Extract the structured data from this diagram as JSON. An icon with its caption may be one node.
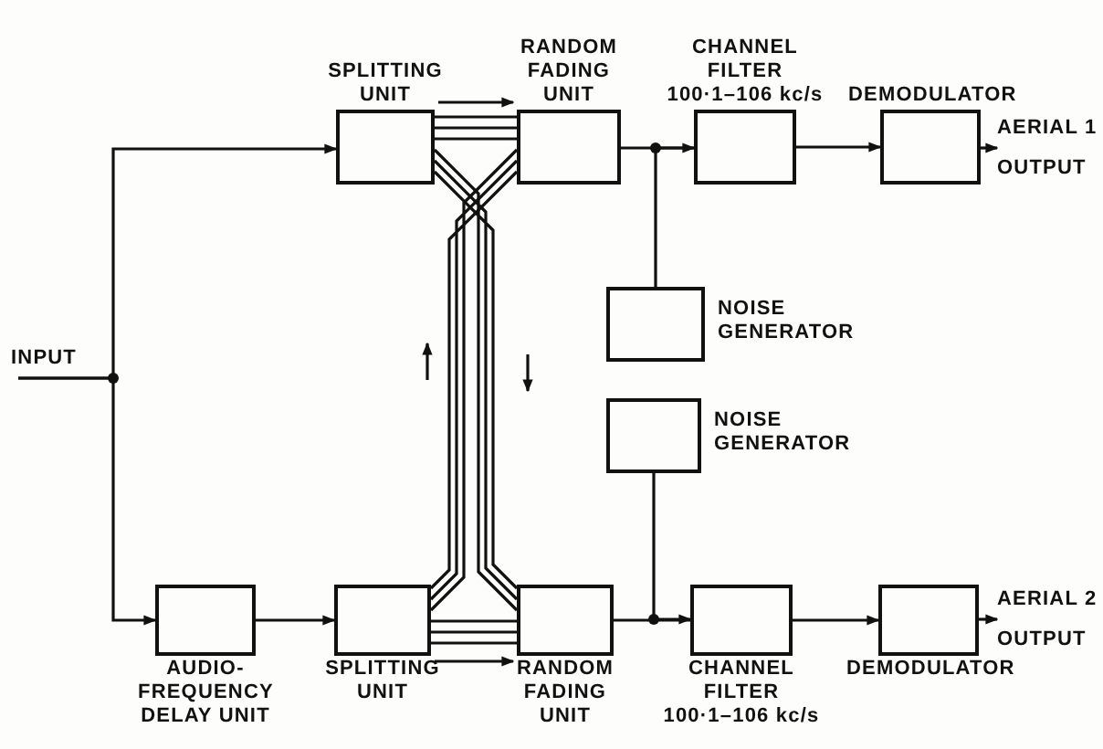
{
  "diagram": {
    "nodes": [
      {
        "text": [
          "SPLITTING UNIT"
        ]
      },
      {
        "text": [
          "RANDOM FADING UNIT"
        ]
      },
      {
        "text": [
          "CHANNEL FILTER",
          "100·1–106 kc/s"
        ]
      },
      {
        "text": [
          "DEMODULATOR"
        ]
      },
      {
        "text": [
          "NOISE GENERATOR"
        ]
      },
      {
        "text": [
          "NOISE GENERATOR"
        ]
      },
      {
        "text": [
          "AUDIO-FREQUENCY DELAY UNIT"
        ]
      },
      {
        "text": [
          "SPLITTING UNIT"
        ]
      },
      {
        "text": [
          "RANDOM FADING UNIT"
        ]
      },
      {
        "text": [
          "CHANNEL FILTER",
          "100·1–106 kc/s"
        ]
      },
      {
        "text": [
          "DEMODULATOR"
        ]
      },
      {
        "text": [
          "INPUT"
        ]
      },
      {
        "text": [
          "AERIAL 1",
          "OUTPUT"
        ]
      },
      {
        "text": [
          "AERIAL 2",
          "OUTPUT"
        ]
      }
    ],
    "edges": [
      {
        "from": 11,
        "to": 0,
        "arrow": "to"
      },
      {
        "from": 11,
        "to": 6,
        "arrow": "to"
      },
      {
        "from": 0,
        "to": 1,
        "arrow": "none"
      },
      {
        "from": 0,
        "to": 8,
        "arrow": "none"
      },
      {
        "from": 7,
        "to": 8,
        "arrow": "none"
      },
      {
        "from": 7,
        "to": 1,
        "arrow": "none"
      },
      {
        "from": 1,
        "to": 2,
        "arrow": "none"
      },
      {
        "from": 4,
        "to": 2,
        "arrow": "to"
      },
      {
        "from": 2,
        "to": 3,
        "arrow": "to"
      },
      {
        "from": 3,
        "to": 12,
        "arrow": "to"
      },
      {
        "from": 6,
        "to": 7,
        "arrow": "to"
      },
      {
        "from": 8,
        "to": 9,
        "arrow": "none"
      },
      {
        "from": 5,
        "to": 9,
        "arrow": "to"
      },
      {
        "from": 9,
        "to": 10,
        "arrow": "to"
      },
      {
        "from": 10,
        "to": 13,
        "arrow": "to"
      },
      {
        "from": 0,
        "to": 1,
        "arrow": "to"
      },
      {
        "from": 7,
        "to": 8,
        "arrow": "to"
      }
    ]
  }
}
